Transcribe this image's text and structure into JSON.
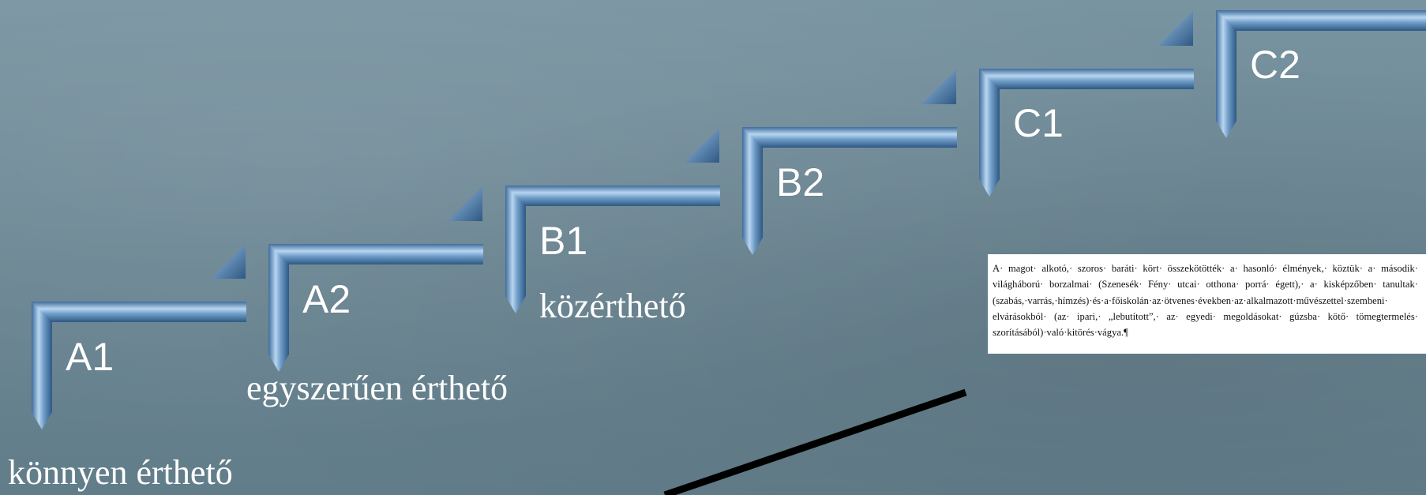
{
  "levels": [
    {
      "code": "A1",
      "description": "könnyen érthető"
    },
    {
      "code": "A2",
      "description": "egyszerűen érthető"
    },
    {
      "code": "B1",
      "description": "közérthető"
    },
    {
      "code": "B2",
      "description": ""
    },
    {
      "code": "C1",
      "description": ""
    },
    {
      "code": "C2",
      "description": ""
    }
  ],
  "textbox": {
    "text": "A· magot· alkotó,· szoros· baráti· kört· összekötötték· a· hasonló· élmények,· köztük· a· második· világháború· borzalmai· (Szenesék· Fény· utcai· otthona· porrá· égett),· a· kisképzőben· tanultak· (szabás,·varrás,·hímzés)·és·a·főiskolán·az·ötvenes·években·az·alkalmazott·művészettel·szembeni· elvárásokból· (az· ipari,· „lebutított”,· az· egyedi· megoldásokat· gúzsba· kötő· tömegtermelés· szorításából)·való·kitörés·vágya.¶"
  },
  "colors": {
    "background": "#6f8a97",
    "stair_main": "#4f7fae",
    "stair_light": "#9cc3e6",
    "stair_dark": "#2f5a86",
    "line": "#000000"
  }
}
